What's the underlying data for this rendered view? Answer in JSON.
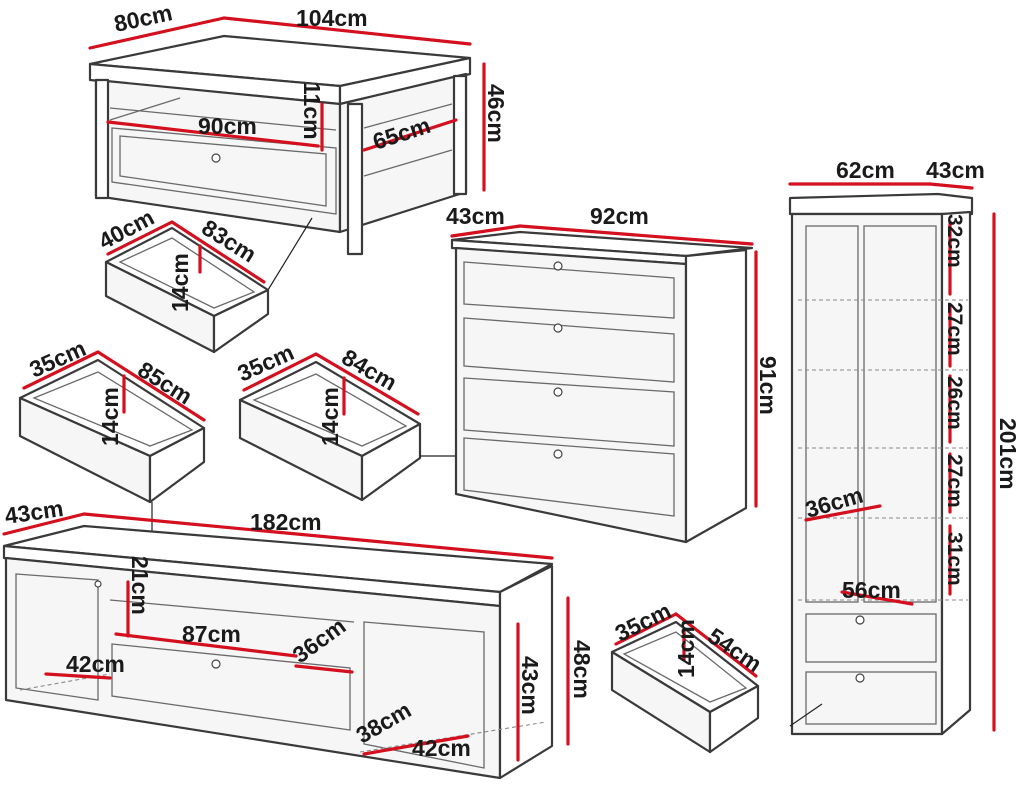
{
  "coffee_table": {
    "depth": "80cm",
    "width": "104cm",
    "height": "46cm",
    "shelf_width": "90cm",
    "shelf_height": "11cm",
    "shelf_depth": "65cm"
  },
  "coffee_table_drawer": {
    "depth": "40cm",
    "width": "83cm",
    "height": "14cm"
  },
  "drawer_a": {
    "depth": "35cm",
    "width": "85cm",
    "height": "14cm"
  },
  "drawer_b": {
    "depth": "35cm",
    "width": "84cm",
    "height": "14cm"
  },
  "chest": {
    "depth": "43cm",
    "width": "92cm",
    "height": "91cm"
  },
  "tall_cabinet": {
    "width": "62cm",
    "depth": "43cm",
    "height": "201cm",
    "shelf_1": "32cm",
    "shelf_2": "27cm",
    "shelf_3": "26cm",
    "shelf_4": "27cm",
    "shelf_5": "31cm",
    "inner_depth": "36cm",
    "inner_width": "56cm"
  },
  "tv_unit": {
    "depth": "43cm",
    "width": "182cm",
    "height": "48cm",
    "inner_height": "43cm",
    "shelf_height": "21cm",
    "shelf_width": "87cm",
    "shelf_depth": "36cm",
    "side_depth_left": "42cm",
    "side_depth_right": "38cm",
    "side_width_right": "42cm"
  },
  "tv_drawer": {
    "depth": "35cm",
    "width": "54cm",
    "height": "14cm"
  }
}
